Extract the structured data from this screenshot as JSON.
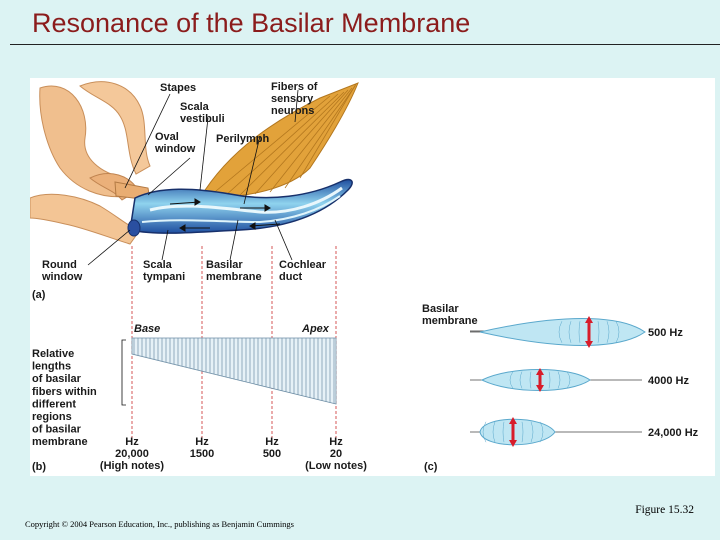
{
  "slide": {
    "title": "Resonance of the Basilar Membrane",
    "figure_caption": "Figure 15.32",
    "copyright": "Copyright © 2004 Pearson Education, Inc., publishing as Benjamin Cummings"
  },
  "panel_a": {
    "panel_label": "(a)",
    "labels": {
      "stapes": "Stapes",
      "scala_vestibuli_1": "Scala",
      "scala_vestibuli_2": "vestibuli",
      "oval_window_1": "Oval",
      "oval_window_2": "window",
      "perilymph": "Perilymph",
      "fibers_1": "Fibers of",
      "fibers_2": "sensory",
      "fibers_3": "neurons",
      "round_window_1": "Round",
      "round_window_2": "window",
      "scala_tympani_1": "Scala",
      "scala_tympani_2": "tympani",
      "basilar_membrane_1": "Basilar",
      "basilar_membrane_2": "membrane",
      "cochlear_duct_1": "Cochlear",
      "cochlear_duct_2": "duct"
    }
  },
  "panel_b": {
    "panel_label": "(b)",
    "base_label": "Base",
    "apex_label": "Apex",
    "side_label_lines": [
      "Relative",
      "lengths",
      "of basilar",
      "fibers within",
      "different",
      "regions",
      "of basilar",
      "membrane"
    ],
    "freq_ticks": [
      {
        "unit": "Hz",
        "value": "20,000",
        "note": "(High notes)"
      },
      {
        "unit": "Hz",
        "value": "1500",
        "note": ""
      },
      {
        "unit": "Hz",
        "value": "500",
        "note": ""
      },
      {
        "unit": "Hz",
        "value": "20",
        "note": "(Low notes)"
      }
    ]
  },
  "panel_c": {
    "panel_label": "(c)",
    "membrane_label_1": "Basilar",
    "membrane_label_2": "membrane",
    "frequencies": [
      "500 Hz",
      "4000 Hz",
      "24,000 Hz"
    ],
    "colors": {
      "membrane_fill": "#bfe6f3",
      "membrane_stroke": "#5aa8cc",
      "arrow": "#d81c2a"
    }
  }
}
